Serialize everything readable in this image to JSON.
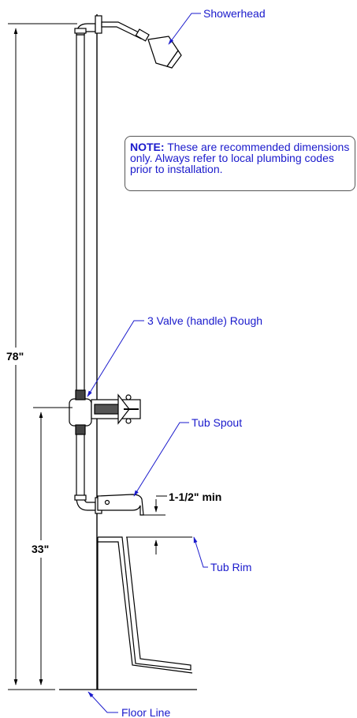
{
  "labels": {
    "showerhead": "Showerhead",
    "valve": "3 Valve (handle) Rough",
    "tub_spout": "Tub Spout",
    "spout_gap": "1-1/2\" min",
    "tub_rim": "Tub Rim",
    "floor_line": "Floor Line"
  },
  "dimensions": {
    "overall": "78\"",
    "valve_height": "33\""
  },
  "note": {
    "heading": "NOTE:",
    "text": "These are recommended dimensions only. Always refer to local plumbing codes prior to installation."
  }
}
